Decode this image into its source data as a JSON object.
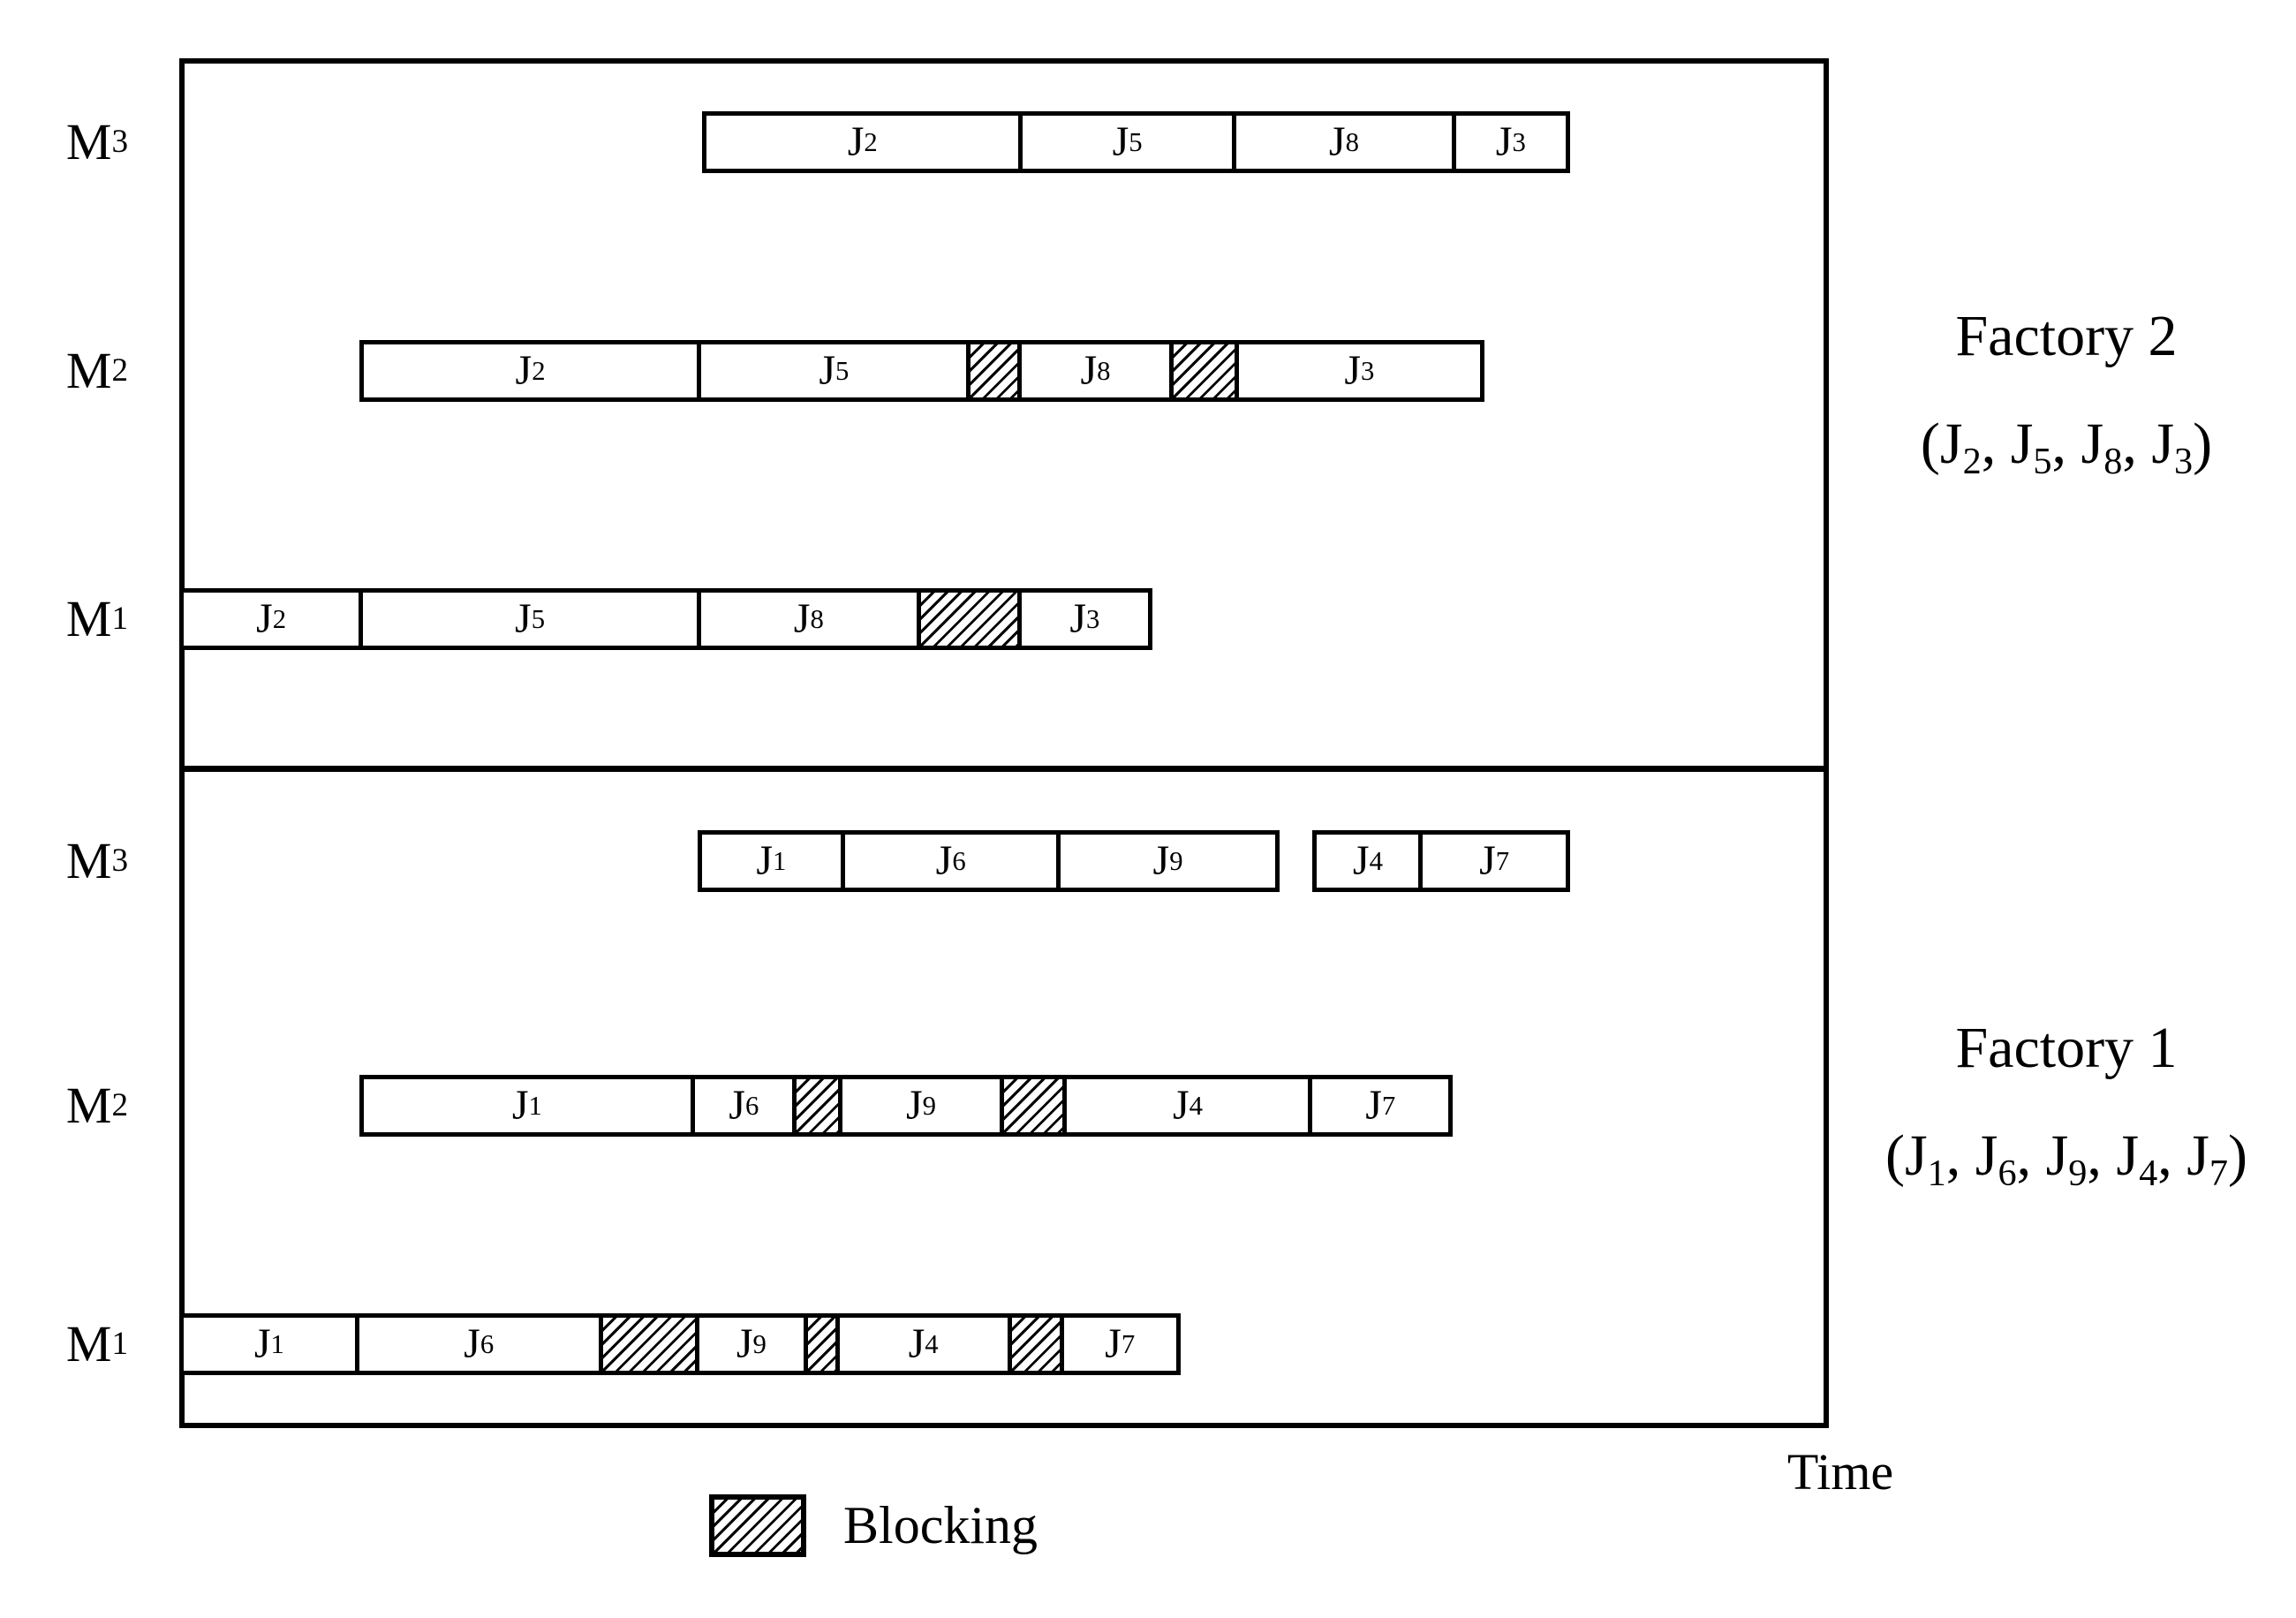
{
  "page": {
    "background_color": "#ffffff",
    "line_color": "#000000"
  },
  "legend": {
    "label": "Blocking"
  },
  "time_axis_label": "Time",
  "chart_data": {
    "type": "gantt",
    "title": "",
    "time_axis": {
      "label": "Time",
      "range_units": [
        0,
        100
      ],
      "ticks_shown": false
    },
    "legend": [
      {
        "swatch": "diagonal-hatch",
        "label": "Blocking"
      }
    ],
    "factories": [
      {
        "id": "f2",
        "name": "Factory 2",
        "sequence": [
          "J2",
          "J5",
          "J8",
          "J3"
        ],
        "sequence_label_parts": [
          {
            "text": "(J"
          },
          {
            "sub": "2"
          },
          {
            "text": ", J"
          },
          {
            "sub": "5"
          },
          {
            "text": ", J"
          },
          {
            "sub": "8"
          },
          {
            "text": ", J"
          },
          {
            "sub": "3"
          },
          {
            "text": ")"
          }
        ],
        "machines": [
          {
            "id": "M3",
            "label": {
              "base": "M",
              "sub": "3"
            },
            "bars": [
              {
                "segments": [
                  {
                    "type": "job",
                    "job": "J2",
                    "label": {
                      "base": "J",
                      "sub": "2"
                    },
                    "t0": 31.7,
                    "t1": 51.1
                  },
                  {
                    "type": "job",
                    "job": "J5",
                    "label": {
                      "base": "J",
                      "sub": "5"
                    },
                    "t0": 51.1,
                    "t1": 64.1
                  },
                  {
                    "type": "job",
                    "job": "J8",
                    "label": {
                      "base": "J",
                      "sub": "8"
                    },
                    "t0": 64.1,
                    "t1": 77.5
                  },
                  {
                    "type": "job",
                    "job": "J3",
                    "label": {
                      "base": "J",
                      "sub": "3"
                    },
                    "t0": 77.5,
                    "t1": 84.3
                  }
                ]
              }
            ]
          },
          {
            "id": "M2",
            "label": {
              "base": "M",
              "sub": "2"
            },
            "bars": [
              {
                "segments": [
                  {
                    "type": "job",
                    "job": "J2",
                    "label": {
                      "base": "J",
                      "sub": "2"
                    },
                    "t0": 10.9,
                    "t1": 31.7
                  },
                  {
                    "type": "job",
                    "job": "J5",
                    "label": {
                      "base": "J",
                      "sub": "5"
                    },
                    "t0": 31.7,
                    "t1": 48.2
                  },
                  {
                    "type": "blocking",
                    "t0": 48.2,
                    "t1": 51.1
                  },
                  {
                    "type": "job",
                    "job": "J8",
                    "label": {
                      "base": "J",
                      "sub": "8"
                    },
                    "t0": 51.1,
                    "t1": 60.3
                  },
                  {
                    "type": "blocking",
                    "t0": 60.3,
                    "t1": 64.1
                  },
                  {
                    "type": "job",
                    "job": "J3",
                    "label": {
                      "base": "J",
                      "sub": "3"
                    },
                    "t0": 64.1,
                    "t1": 79.1
                  }
                ]
              }
            ]
          },
          {
            "id": "M1",
            "label": {
              "base": "M",
              "sub": "1"
            },
            "bars": [
              {
                "segments": [
                  {
                    "type": "job",
                    "job": "J2",
                    "label": {
                      "base": "J",
                      "sub": "2"
                    },
                    "t0": 0.0,
                    "t1": 10.9
                  },
                  {
                    "type": "job",
                    "job": "J5",
                    "label": {
                      "base": "J",
                      "sub": "5"
                    },
                    "t0": 10.9,
                    "t1": 31.7
                  },
                  {
                    "type": "job",
                    "job": "J8",
                    "label": {
                      "base": "J",
                      "sub": "8"
                    },
                    "t0": 31.7,
                    "t1": 45.1
                  },
                  {
                    "type": "blocking",
                    "t0": 45.1,
                    "t1": 51.1
                  },
                  {
                    "type": "job",
                    "job": "J3",
                    "label": {
                      "base": "J",
                      "sub": "3"
                    },
                    "t0": 51.1,
                    "t1": 59.0
                  }
                ]
              }
            ]
          }
        ]
      },
      {
        "id": "f1",
        "name": "Factory 1",
        "sequence": [
          "J1",
          "J6",
          "J9",
          "J4",
          "J7"
        ],
        "sequence_label_parts": [
          {
            "text": "(J"
          },
          {
            "sub": "1"
          },
          {
            "text": ", J"
          },
          {
            "sub": "6"
          },
          {
            "text": ", J"
          },
          {
            "sub": "9"
          },
          {
            "text": ", J"
          },
          {
            "sub": "4"
          },
          {
            "text": ", J"
          },
          {
            "sub": "7"
          },
          {
            "text": ")"
          }
        ],
        "machines": [
          {
            "id": "M3",
            "label": {
              "base": "M",
              "sub": "3"
            },
            "bars": [
              {
                "segments": [
                  {
                    "type": "job",
                    "job": "J1",
                    "label": {
                      "base": "J",
                      "sub": "1"
                    },
                    "t0": 31.4,
                    "t1": 40.1
                  },
                  {
                    "type": "job",
                    "job": "J6",
                    "label": {
                      "base": "J",
                      "sub": "6"
                    },
                    "t0": 40.1,
                    "t1": 53.3
                  },
                  {
                    "type": "job",
                    "job": "J9",
                    "label": {
                      "base": "J",
                      "sub": "9"
                    },
                    "t0": 53.3,
                    "t1": 66.7
                  }
                ]
              },
              {
                "segments": [
                  {
                    "type": "job",
                    "job": "J4",
                    "label": {
                      "base": "J",
                      "sub": "4"
                    },
                    "t0": 68.7,
                    "t1": 75.2
                  },
                  {
                    "type": "job",
                    "job": "J7",
                    "label": {
                      "base": "J",
                      "sub": "7"
                    },
                    "t0": 75.2,
                    "t1": 84.3
                  }
                ]
              }
            ]
          },
          {
            "id": "M2",
            "label": {
              "base": "M",
              "sub": "2"
            },
            "bars": [
              {
                "segments": [
                  {
                    "type": "job",
                    "job": "J1",
                    "label": {
                      "base": "J",
                      "sub": "1"
                    },
                    "t0": 10.9,
                    "t1": 31.4
                  },
                  {
                    "type": "job",
                    "job": "J6",
                    "label": {
                      "base": "J",
                      "sub": "6"
                    },
                    "t0": 31.4,
                    "t1": 37.5
                  },
                  {
                    "type": "blocking",
                    "t0": 37.5,
                    "t1": 40.1
                  },
                  {
                    "type": "job",
                    "job": "J9",
                    "label": {
                      "base": "J",
                      "sub": "9"
                    },
                    "t0": 40.1,
                    "t1": 49.9
                  },
                  {
                    "type": "blocking",
                    "t0": 49.9,
                    "t1": 53.6
                  },
                  {
                    "type": "job",
                    "job": "J4",
                    "label": {
                      "base": "J",
                      "sub": "4"
                    },
                    "t0": 53.6,
                    "t1": 68.7
                  },
                  {
                    "type": "job",
                    "job": "J7",
                    "label": {
                      "base": "J",
                      "sub": "7"
                    },
                    "t0": 68.7,
                    "t1": 77.2
                  }
                ]
              }
            ]
          },
          {
            "id": "M1",
            "label": {
              "base": "M",
              "sub": "1"
            },
            "bars": [
              {
                "segments": [
                  {
                    "type": "job",
                    "job": "J1",
                    "label": {
                      "base": "J",
                      "sub": "1"
                    },
                    "t0": 0.0,
                    "t1": 10.8
                  },
                  {
                    "type": "job",
                    "job": "J6",
                    "label": {
                      "base": "J",
                      "sub": "6"
                    },
                    "t0": 10.8,
                    "t1": 25.9
                  },
                  {
                    "type": "blocking",
                    "t0": 25.9,
                    "t1": 31.7
                  },
                  {
                    "type": "job",
                    "job": "J9",
                    "label": {
                      "base": "J",
                      "sub": "9"
                    },
                    "t0": 31.7,
                    "t1": 38.3
                  },
                  {
                    "type": "blocking",
                    "t0": 38.3,
                    "t1": 40.0
                  },
                  {
                    "type": "job",
                    "job": "J4",
                    "label": {
                      "base": "J",
                      "sub": "4"
                    },
                    "t0": 40.0,
                    "t1": 50.6
                  },
                  {
                    "type": "blocking",
                    "t0": 50.6,
                    "t1": 53.6
                  },
                  {
                    "type": "job",
                    "job": "J7",
                    "label": {
                      "base": "J",
                      "sub": "7"
                    },
                    "t0": 53.6,
                    "t1": 60.7
                  }
                ]
              }
            ]
          }
        ]
      }
    ]
  }
}
